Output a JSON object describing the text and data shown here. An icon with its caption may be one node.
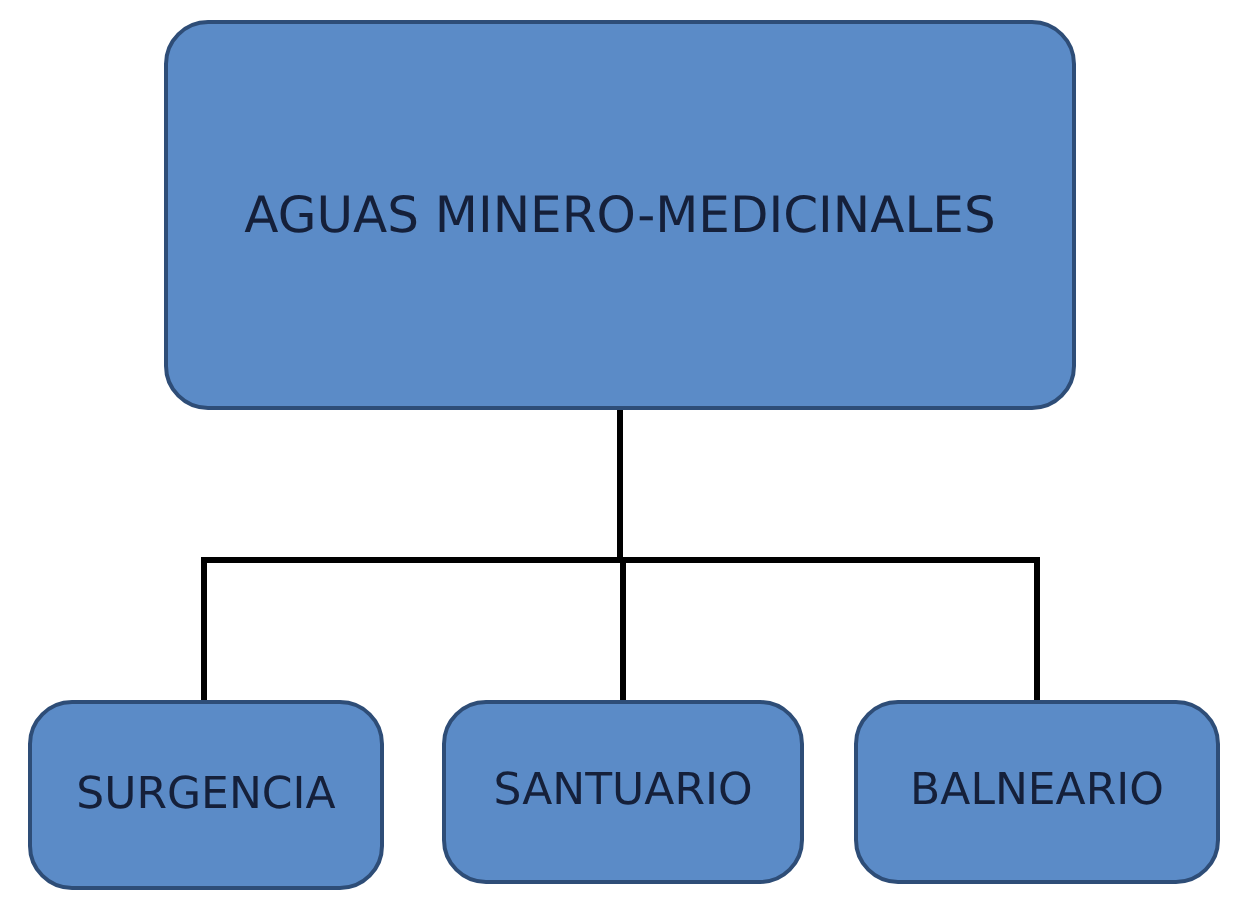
{
  "diagram": {
    "nodes": [
      {
        "text": [
          "AGUAS MINERO-MEDICINALES"
        ]
      },
      {
        "text": [
          "SURGENCIA"
        ]
      },
      {
        "text": [
          "SANTUARIO"
        ]
      },
      {
        "text": [
          "BALNEARIO"
        ]
      }
    ],
    "edges": [
      {
        "from": 0,
        "to": 1,
        "arrow": "none"
      },
      {
        "from": 0,
        "to": 2,
        "arrow": "none"
      },
      {
        "from": 0,
        "to": 3,
        "arrow": "none"
      }
    ]
  }
}
